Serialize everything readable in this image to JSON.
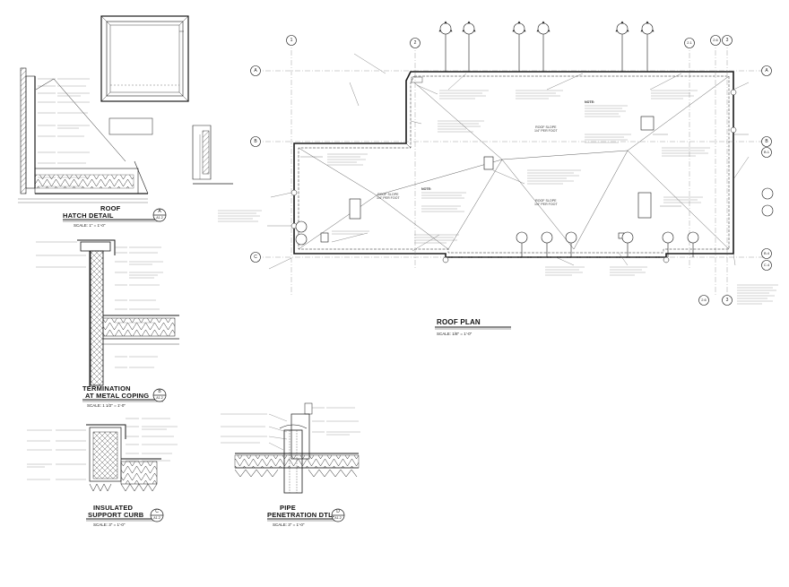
{
  "colors": {
    "ink": "#1a1a1a",
    "paper": "#ffffff",
    "soft": "#555555"
  },
  "titles": {
    "roof_hatch_line1": "ROOF",
    "roof_hatch_line2": "HATCH DETAIL",
    "roof_hatch_scale": "SCALE: 1\" = 1'-0\"",
    "termination_line1": "TERMINATION",
    "termination_line2": "AT METAL COPING",
    "termination_scale": "SCALE: 1 1/2\" = 1'-0\"",
    "curb_line1": "INSULATED",
    "curb_line2": "SUPPORT CURB",
    "curb_scale": "SCALE: 3\" = 1'-0\"",
    "pipe_line1": "PIPE",
    "pipe_line2": "PENETRATION DTL.",
    "pipe_scale": "SCALE: 3\" = 1'-0\"",
    "roof_plan": "ROOF PLAN",
    "roof_plan_scale": "SCALE: 1/8\" = 1'-0\""
  },
  "bubbles": {
    "hatch": {
      "letter": "A",
      "sheet": "A1.2"
    },
    "term": {
      "letter": "B",
      "sheet": "A1.2"
    },
    "curb": {
      "letter": "C",
      "sheet": "A1.2"
    },
    "pipe": {
      "letter": "D",
      "sheet": "A1.2"
    }
  },
  "grid": {
    "cols": [
      "1",
      "2",
      "2.1",
      "2.6",
      "3"
    ],
    "rows": [
      "A",
      "B",
      "B.1",
      "B.4",
      "C",
      "C.4",
      "C",
      "2.6",
      "3"
    ]
  },
  "plan_notes": {
    "note_label": "NOTE:",
    "roof_slope": "ROOF SLOPE\n1/4\" PER FOOT",
    "tpo": "TPO COATED THRU-WALL SCUPPER\nW/ PRE-FINISHED ALUM. DOWNSPOUT\nFIRESTONE COLOR PER\nARCHITECTURAL ELEVATIONS\nDETAIL (TYP OF 4)",
    "coping": "CONT. PREFINISHED ALUM. COPING\nAS MANUF. BY FIRESTONE. COLOR\nPER ARCHITECTURAL ELEVATIONS",
    "fascia": "CONT. PREFINISHED ALUM. FASCIA\nAS MANUF. BY FIRESTONE. COLOR\nPER ARCHITECTURAL ELEVATIONS\nINCLUDE JOINTS WITH MTL. CLEATS",
    "single_ply": "SINGLE PLY, WHITE, 60 MIL TPO MECHANICALLY\nFASTENED ROOF SYSTEM AS MANUF. BY\nCARLISLE SYNTEC, INC. OR FIRESTONE"
  }
}
